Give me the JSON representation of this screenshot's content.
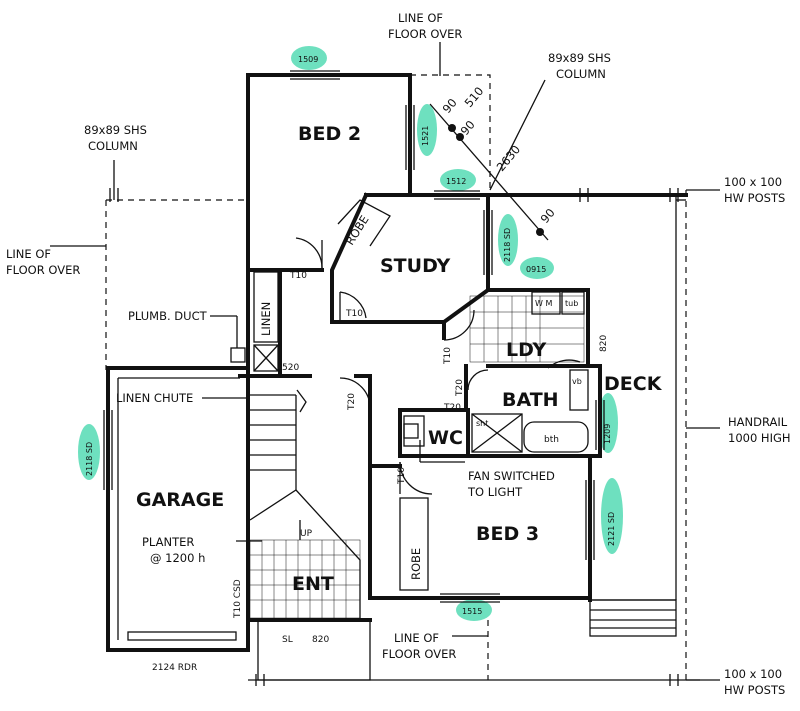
{
  "rooms": {
    "bed2": "BED 2",
    "study": "STUDY",
    "robe_top": "ROBE",
    "linen": "LINEN",
    "ldy": "LDY",
    "bath": "BATH",
    "wc": "WC",
    "deck": "DECK",
    "garage": "GARAGE",
    "planter": "PLANTER",
    "planter_h": "@ 1200 h",
    "bed3": "BED 3",
    "robe_bottom": "ROBE",
    "ent": "ENT",
    "up": "UP"
  },
  "notes": {
    "floor_over_top_1": "LINE OF",
    "floor_over_top_2": "FLOOR OVER",
    "column_right_1": "89x89 SHS",
    "column_right_2": "COLUMN",
    "column_left_1": "89x89 SHS",
    "column_left_2": "COLUMN",
    "floor_over_left_1": "LINE OF",
    "floor_over_left_2": "FLOOR OVER",
    "hw_posts_top_1": "100 x 100",
    "hw_posts_top_2": "HW POSTS",
    "plumb_duct": "PLUMB. DUCT",
    "linen_chute": "LINEN CHUTE",
    "handrail_1": "HANDRAIL",
    "handrail_2": "1000 HIGH",
    "fan_1": "FAN SWITCHED",
    "fan_2": "TO LIGHT",
    "floor_over_bottom_1": "LINE OF",
    "floor_over_bottom_2": "FLOOR OVER",
    "hw_posts_bottom_1": "100 x 100",
    "hw_posts_bottom_2": "HW POSTS",
    "roller_door": "2124 RDR"
  },
  "dims": {
    "d510": "510",
    "d90a": "90",
    "d90b": "90",
    "d90c": "90",
    "d2630": "2630",
    "d1509": "1509",
    "d1521": "1521",
    "d1512": "1512",
    "d2118sd_top": "2118 SD",
    "d0915": "0915",
    "d710_linen": "T10",
    "d710_study": "T10",
    "d710_ldy": "T10",
    "d720_bath": "T20",
    "d720_wc": "T20",
    "d720_stair": "T20",
    "d820_ldy": "820",
    "d520": "520",
    "d1209": "1209",
    "d2118sd_left": "2118 SD",
    "d2121sd": "2121 SD",
    "d710_bed3": "T10",
    "d710csd": "T10 CSD",
    "sl": "SL",
    "d820_ent": "820",
    "d1515": "1515",
    "wm": "W M",
    "tub": "tub",
    "vb": "vb",
    "bth": "bth",
    "sht": "sht"
  },
  "colors": {
    "highlight": "#3ed6a9",
    "ink": "#111111"
  }
}
